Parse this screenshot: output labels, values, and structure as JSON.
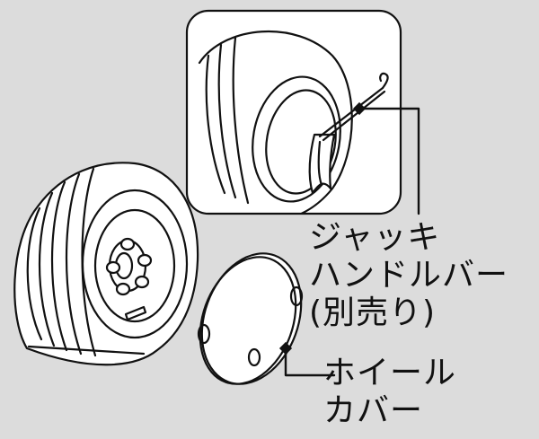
{
  "labels": {
    "jack_handle": {
      "line1": "ジャッキ",
      "line2": "ハンドルバー",
      "line3": "(別売り)"
    },
    "wheel_cover": {
      "line1": "ホイール",
      "line2": "カバー"
    }
  },
  "colors": {
    "background": "#dcdcdc",
    "tire": "#ffffff",
    "line": "#111111",
    "inset_panel": "#ffffff"
  }
}
